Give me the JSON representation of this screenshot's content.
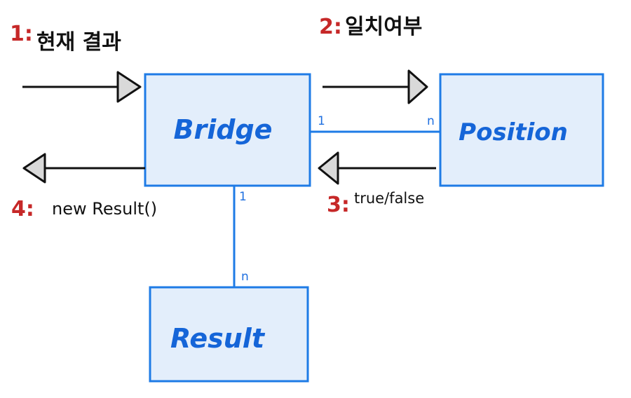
{
  "colors": {
    "box_fill": "#e3eefb",
    "box_stroke": "#1e7be6",
    "connector": "#1e7be6",
    "arrow": "#111111",
    "arrowhead_fill": "#d9d9d9",
    "step_number": "#c62828",
    "label_text": "#1565d8"
  },
  "boxes": {
    "bridge": "Bridge",
    "position": "Position",
    "result": "Result"
  },
  "steps": [
    {
      "number": "1:",
      "label": "현재 결과"
    },
    {
      "number": "2:",
      "label": "일치여부"
    },
    {
      "number": "3:",
      "label": "true/false"
    },
    {
      "number": "4:",
      "label": "new Result()"
    }
  ],
  "multiplicity": {
    "bridge_position_bridge_end": "1",
    "bridge_position_position_end": "n",
    "bridge_result_bridge_end": "1",
    "bridge_result_result_end": "n"
  }
}
